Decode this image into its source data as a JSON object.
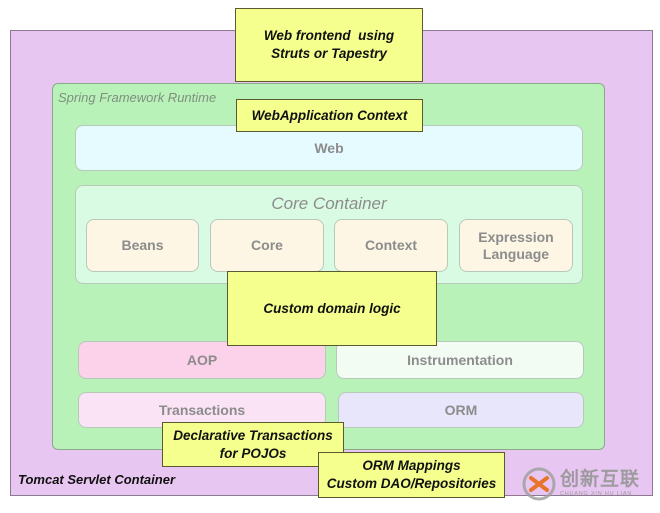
{
  "tomcat": {
    "label": "Tomcat Servlet Container"
  },
  "spring": {
    "label": "Spring Framework Runtime"
  },
  "callouts": {
    "frontend_line1": "Web frontend  using",
    "frontend_line2": "Struts or Tapestry",
    "webapp_context": "WebApplication Context",
    "domain_logic": "Custom domain logic",
    "declarative_line1": "Declarative Transactions",
    "declarative_line2": "for POJOs",
    "orm_line1": "ORM Mappings",
    "orm_line2": "Custom DAO/Repositories"
  },
  "modules": {
    "web": "Web",
    "core_container": "Core Container",
    "beans": "Beans",
    "core": "Core",
    "context": "Context",
    "expression_line1": "Expression",
    "expression_line2": "Language",
    "aop": "AOP",
    "instrumentation": "Instrumentation",
    "transactions": "Transactions",
    "orm": "ORM"
  },
  "watermark": {
    "cn": "创新互联",
    "en": "CHUANG XIN HU LIAN"
  },
  "colors": {
    "tomcat": "#e8c6f2",
    "spring": "#b9f2b9",
    "callout": "#f4ff8e",
    "logo_orange": "#e8742b"
  },
  "icons": {
    "watermark_logo": "chuangxin-logo-icon"
  }
}
